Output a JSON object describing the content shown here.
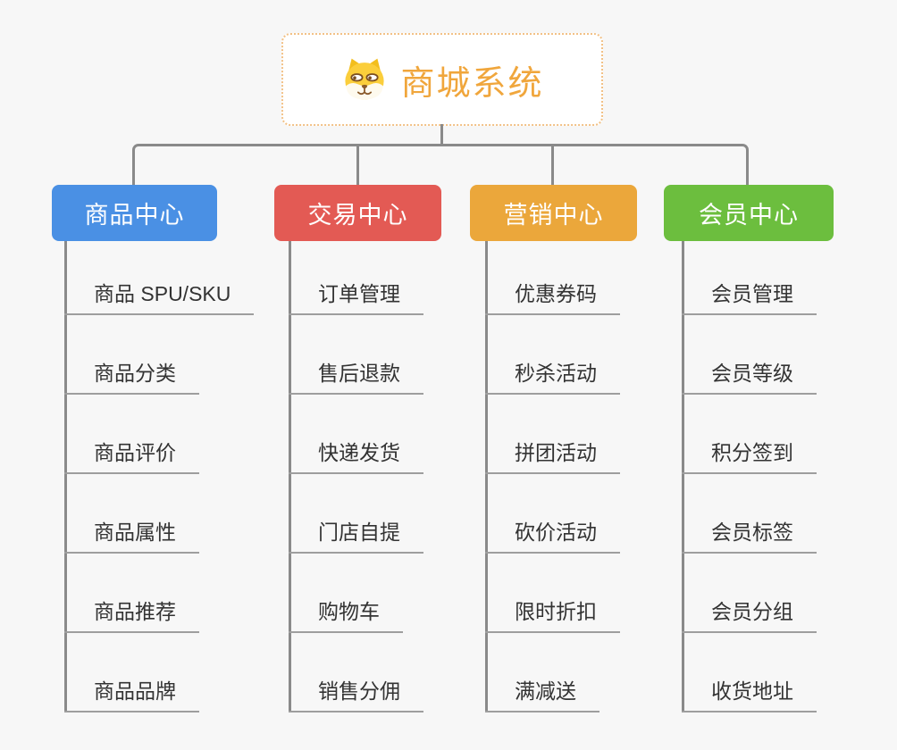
{
  "root": {
    "title": "商城系统",
    "icon": "doge-icon",
    "accent_color": "#f0a63c",
    "border_color": "#f2c186"
  },
  "branches": [
    {
      "label": "商品中心",
      "color": "#4a90e4",
      "items": [
        "商品 SPU/SKU",
        "商品分类",
        "商品评价",
        "商品属性",
        "商品推荐",
        "商品品牌"
      ]
    },
    {
      "label": "交易中心",
      "color": "#e35a54",
      "items": [
        "订单管理",
        "售后退款",
        "快递发货",
        "门店自提",
        "购物车",
        "销售分佣"
      ]
    },
    {
      "label": "营销中心",
      "color": "#eba73b",
      "items": [
        "优惠券码",
        "秒杀活动",
        "拼团活动",
        "砍价活动",
        "限时折扣",
        "满减送"
      ]
    },
    {
      "label": "会员中心",
      "color": "#6cbe3e",
      "items": [
        "会员管理",
        "会员等级",
        "积分签到",
        "会员标签",
        "会员分组",
        "收货地址"
      ]
    }
  ]
}
